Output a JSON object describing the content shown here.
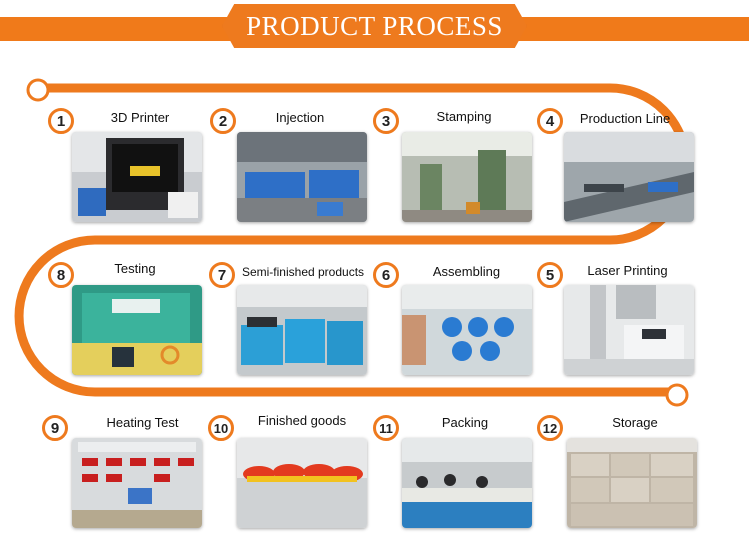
{
  "header": {
    "title": "PRODUCT PROCESS"
  },
  "colors": {
    "accent": "#ee7a1e",
    "track": "#ee7a1e"
  },
  "steps": [
    {
      "num": "1",
      "label": "3D Printer"
    },
    {
      "num": "2",
      "label": "Injection"
    },
    {
      "num": "3",
      "label": "Stamping"
    },
    {
      "num": "4",
      "label": "Production Line"
    },
    {
      "num": "5",
      "label": "Laser Printing"
    },
    {
      "num": "6",
      "label": "Assembling"
    },
    {
      "num": "7",
      "label": "Semi-finished products"
    },
    {
      "num": "8",
      "label": "Testing"
    },
    {
      "num": "9",
      "label": "Heating Test"
    },
    {
      "num": "10",
      "label": "Finished goods"
    },
    {
      "num": "11",
      "label": "Packing"
    },
    {
      "num": "12",
      "label": "Storage"
    }
  ]
}
